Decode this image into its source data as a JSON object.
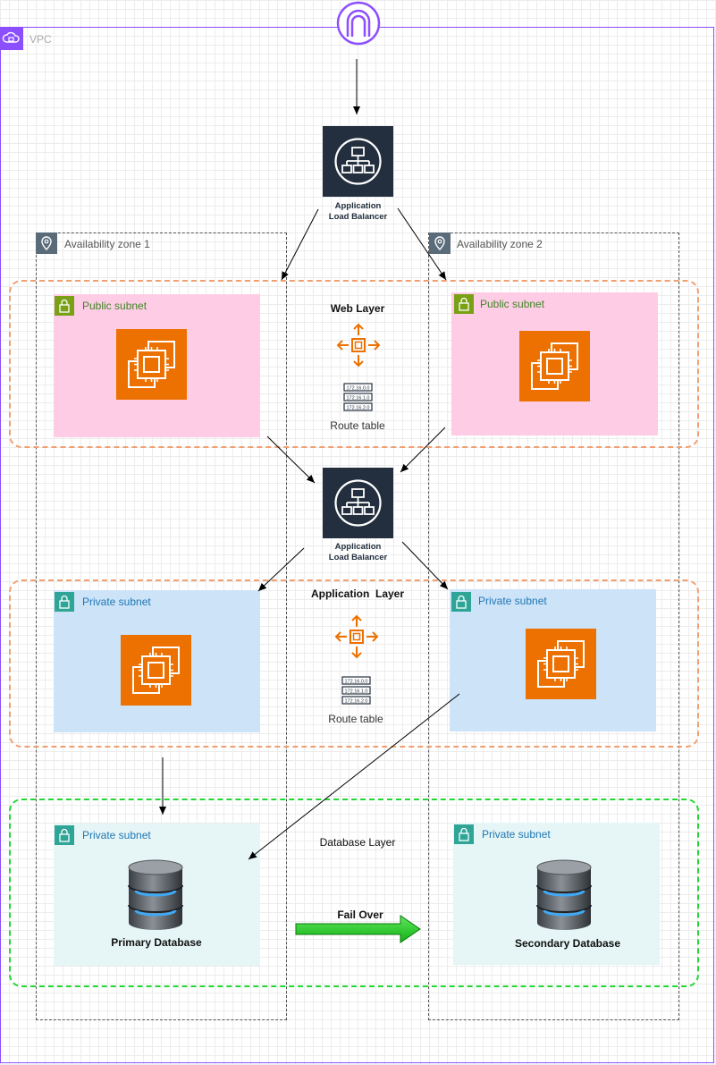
{
  "vpc": {
    "label": "VPC"
  },
  "zones": [
    {
      "label": "Availability zone 1"
    },
    {
      "label": "Availability zone 2"
    }
  ],
  "alb_top": {
    "line1": "Application",
    "line2": "Load Balancer"
  },
  "alb_mid": {
    "line1": "Application",
    "line2": "Load Balancer"
  },
  "web_layer": {
    "title": "Web Layer",
    "route_table": "Route table",
    "route_entries": [
      "172.16.0.0",
      "172.16.1.0",
      "172.16.2.0"
    ],
    "subnet_left": "Public subnet",
    "subnet_right": "Public subnet"
  },
  "app_layer": {
    "title": "Application  Layer",
    "route_table": "Route table",
    "route_entries": [
      "172.16.0.0",
      "172.16.1.0",
      "172.16.2.0"
    ],
    "subnet_left": "Private subnet",
    "subnet_right": "Private subnet"
  },
  "db_layer": {
    "title": "Database Layer",
    "subnet_left": "Private subnet",
    "subnet_right": "Private subnet",
    "primary": "Primary Database",
    "secondary": "Secondary Database",
    "failover": "Fail Over"
  },
  "colors": {
    "vpc": "#8c4fff",
    "ec2": "#ed7100",
    "alb": "#232f3e",
    "public_subnet": "#ffcce6",
    "private_subnet": "#cce3f8",
    "db_subnet": "#e6f5f5",
    "layer_border": "#f0a070",
    "db_layer_border": "#22d633",
    "failover_arrow": "#1ec81e"
  }
}
